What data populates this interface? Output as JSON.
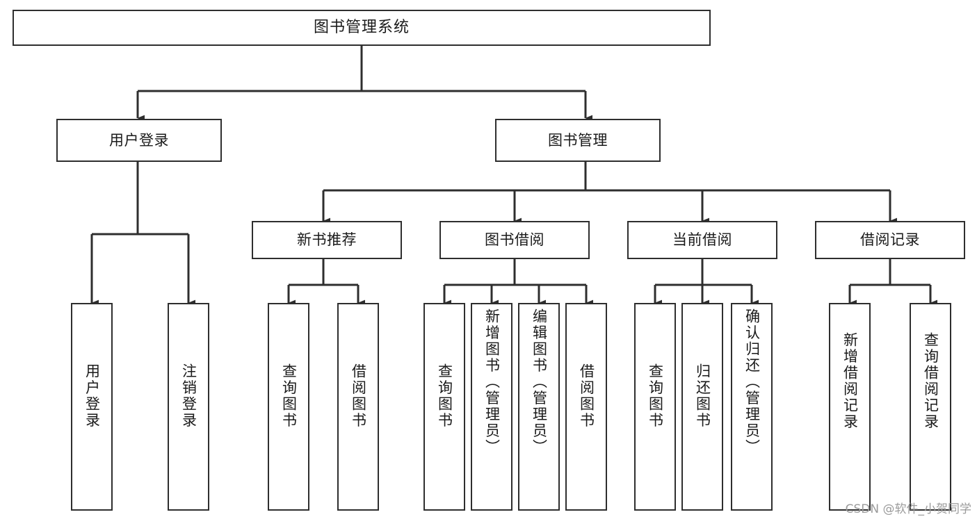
{
  "diagram": {
    "type": "tree-hierarchy",
    "title": "图书管理系统",
    "orientation": "top-down",
    "colors": {
      "border": "#2e2e2e",
      "box_fill": "#ffffff",
      "text": "#1a1a1a",
      "background": "#ffffff",
      "watermark": "#9b9b9b"
    },
    "nodes": {
      "root": {
        "label": "图书管理系统",
        "level": 0,
        "text_orientation": "horizontal"
      },
      "user_login": {
        "label": "用户登录",
        "level": 1,
        "text_orientation": "horizontal"
      },
      "book_manage": {
        "label": "图书管理",
        "level": 1,
        "text_orientation": "horizontal"
      },
      "new_book_rec": {
        "label": "新书推荐",
        "level": 2,
        "text_orientation": "horizontal"
      },
      "book_borrow": {
        "label": "图书借阅",
        "level": 2,
        "text_orientation": "horizontal"
      },
      "current_borrow": {
        "label": "当前借阅",
        "level": 2,
        "text_orientation": "horizontal"
      },
      "borrow_record": {
        "label": "借阅记录",
        "level": 2,
        "text_orientation": "horizontal"
      },
      "leaf_user_login": {
        "label": "用户登录",
        "level": 2,
        "text_orientation": "vertical"
      },
      "leaf_logout": {
        "label": "注销登录",
        "level": 2,
        "text_orientation": "vertical"
      },
      "leaf_query_book_1": {
        "label": "查询图书",
        "level": 3,
        "text_orientation": "vertical"
      },
      "leaf_borrow_book_1": {
        "label": "借阅图书",
        "level": 3,
        "text_orientation": "vertical"
      },
      "leaf_query_book_2": {
        "label": "查询图书",
        "level": 3,
        "text_orientation": "vertical"
      },
      "leaf_add_book": {
        "label": "新增图书（管理员）",
        "level": 3,
        "text_orientation": "vertical"
      },
      "leaf_edit_book": {
        "label": "编辑图书（管理员）",
        "level": 3,
        "text_orientation": "vertical"
      },
      "leaf_borrow_book_2": {
        "label": "借阅图书",
        "level": 3,
        "text_orientation": "vertical"
      },
      "leaf_query_book_3": {
        "label": "查询图书",
        "level": 3,
        "text_orientation": "vertical"
      },
      "leaf_return_book": {
        "label": "归还图书",
        "level": 3,
        "text_orientation": "vertical"
      },
      "leaf_confirm_return": {
        "label": "确认归还（管理员）",
        "level": 3,
        "text_orientation": "vertical"
      },
      "leaf_add_record": {
        "label": "新增借阅记录",
        "level": 3,
        "text_orientation": "vertical"
      },
      "leaf_query_record": {
        "label": "查询借阅记录",
        "level": 3,
        "text_orientation": "vertical"
      }
    },
    "edges": [
      {
        "from": "root",
        "to": "user_login"
      },
      {
        "from": "root",
        "to": "book_manage"
      },
      {
        "from": "user_login",
        "to": "leaf_user_login"
      },
      {
        "from": "user_login",
        "to": "leaf_logout"
      },
      {
        "from": "book_manage",
        "to": "new_book_rec"
      },
      {
        "from": "book_manage",
        "to": "book_borrow"
      },
      {
        "from": "book_manage",
        "to": "current_borrow"
      },
      {
        "from": "book_manage",
        "to": "borrow_record"
      },
      {
        "from": "new_book_rec",
        "to": "leaf_query_book_1"
      },
      {
        "from": "new_book_rec",
        "to": "leaf_borrow_book_1"
      },
      {
        "from": "book_borrow",
        "to": "leaf_query_book_2"
      },
      {
        "from": "book_borrow",
        "to": "leaf_add_book"
      },
      {
        "from": "book_borrow",
        "to": "leaf_edit_book"
      },
      {
        "from": "book_borrow",
        "to": "leaf_borrow_book_2"
      },
      {
        "from": "current_borrow",
        "to": "leaf_query_book_3"
      },
      {
        "from": "current_borrow",
        "to": "leaf_return_book"
      },
      {
        "from": "current_borrow",
        "to": "leaf_confirm_return"
      },
      {
        "from": "borrow_record",
        "to": "leaf_add_record"
      },
      {
        "from": "borrow_record",
        "to": "leaf_query_record"
      }
    ]
  },
  "watermark": {
    "text": "CSDN @软件_小贺同学"
  }
}
